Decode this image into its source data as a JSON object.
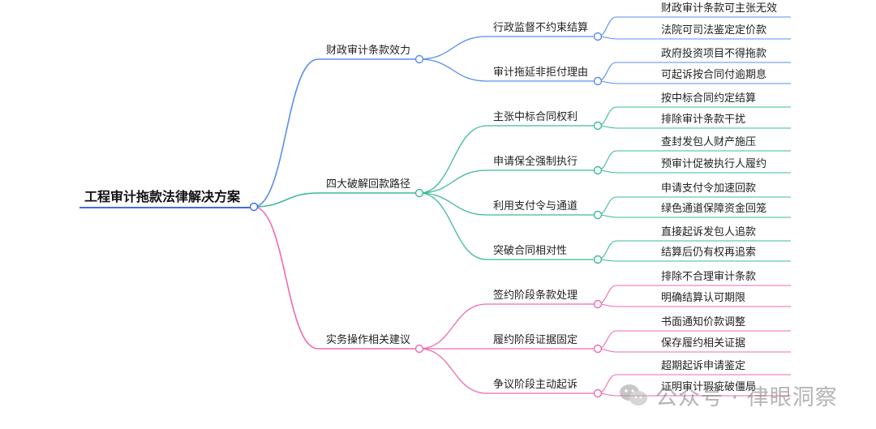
{
  "title": "工程审计拖款法律解决方案",
  "colors": {
    "blue": "#5b8def",
    "green": "#3dbb94",
    "pink": "#ef6ab0",
    "root": "#3d6ee0"
  },
  "branches": [
    {
      "label": "财政审计条款效力",
      "color": "blue",
      "children": [
        {
          "label": "行政监督不约束结算",
          "children": [
            "财政审计条款可主张无效",
            "法院可司法鉴定定价款"
          ]
        },
        {
          "label": "审计拖延非拒付理由",
          "children": [
            "政府投资项目不得拖款",
            "可起诉按合同付逾期息"
          ]
        }
      ]
    },
    {
      "label": "四大破解回款路径",
      "color": "green",
      "children": [
        {
          "label": "主张中标合同权利",
          "children": [
            "按中标合同约定结算",
            "排除审计条款干扰"
          ]
        },
        {
          "label": "申请保全强制执行",
          "children": [
            "查封发包人财产施压",
            "预审计促被执行人履约"
          ]
        },
        {
          "label": "利用支付令与通道",
          "children": [
            "申请支付令加速回款",
            "绿色通道保障资金回笼"
          ]
        },
        {
          "label": "突破合同相对性",
          "children": [
            "直接起诉发包人追款",
            "结算后仍有权再追索"
          ]
        }
      ]
    },
    {
      "label": "实务操作相关建议",
      "color": "pink",
      "children": [
        {
          "label": "签约阶段条款处理",
          "children": [
            "排除不合理审计条款",
            "明确结算认可期限"
          ]
        },
        {
          "label": "履约阶段证据固定",
          "children": [
            "书面通知价款调整",
            "保存履约相关证据"
          ]
        },
        {
          "label": "争议阶段主动起诉",
          "children": [
            "超期起诉申请鉴定",
            "证明审计瑕疵破僵局"
          ]
        }
      ]
    }
  ],
  "watermark": {
    "text": "公众号 · 律眼洞察",
    "icon": "wechat-icon"
  }
}
